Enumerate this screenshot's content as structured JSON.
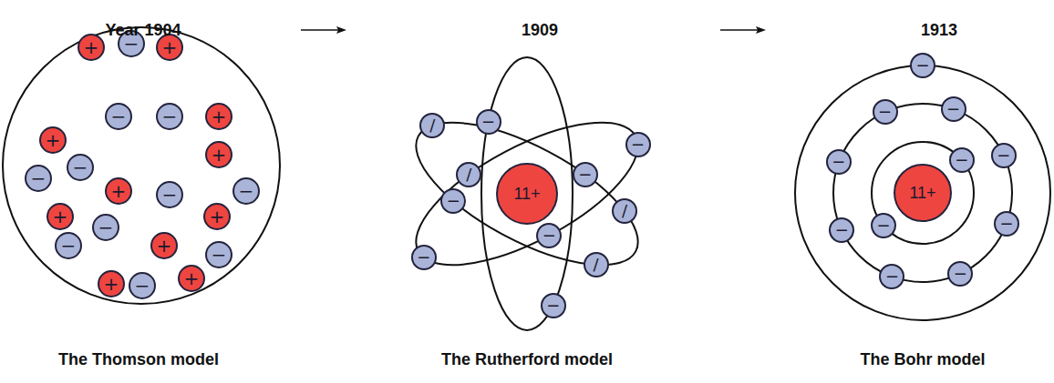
{
  "diagram": {
    "nodes": [
      {
        "text": [
          "+"
        ]
      },
      {
        "text": [
          "−"
        ]
      },
      {
        "text": [
          "+"
        ]
      },
      {
        "text": [
          "+"
        ]
      },
      {
        "text": [
          "−"
        ]
      },
      {
        "text": [
          "−"
        ]
      },
      {
        "text": [
          "+"
        ]
      },
      {
        "text": [
          "+"
        ]
      },
      {
        "text": [
          "−"
        ]
      },
      {
        "text": [
          "−"
        ]
      },
      {
        "text": [
          "+"
        ]
      },
      {
        "text": [
          "−"
        ]
      },
      {
        "text": [
          "−"
        ]
      },
      {
        "text": [
          "+"
        ]
      },
      {
        "text": [
          "−"
        ]
      },
      {
        "text": [
          "+"
        ]
      },
      {
        "text": [
          "−"
        ]
      },
      {
        "text": [
          "+"
        ]
      },
      {
        "text": [
          "−"
        ]
      },
      {
        "text": [
          "+"
        ]
      },
      {
        "text": [
          "−"
        ]
      },
      {
        "text": [
          "+"
        ]
      },
      {
        "text": [
          "11+"
        ]
      },
      {
        "text": [
          "−"
        ]
      },
      {
        "text": [
          "/"
        ]
      },
      {
        "text": [
          "−"
        ]
      },
      {
        "text": [
          "/"
        ]
      },
      {
        "text": [
          "−"
        ]
      },
      {
        "text": [
          "/"
        ]
      },
      {
        "text": [
          "−"
        ]
      },
      {
        "text": [
          "−"
        ]
      },
      {
        "text": [
          "−"
        ]
      },
      {
        "text": [
          "/"
        ]
      },
      {
        "text": [
          "−"
        ]
      },
      {
        "text": [
          "11+"
        ]
      },
      {
        "text": [
          "−"
        ]
      },
      {
        "text": [
          "−"
        ]
      },
      {
        "text": [
          "−"
        ]
      },
      {
        "text": [
          "−"
        ]
      },
      {
        "text": [
          "−"
        ]
      },
      {
        "text": [
          "−"
        ]
      },
      {
        "text": [
          "−"
        ]
      },
      {
        "text": [
          "−"
        ]
      },
      {
        "text": [
          "−"
        ]
      },
      {
        "text": [
          "−"
        ]
      },
      {
        "text": [
          "−"
        ]
      }
    ],
    "labels": [
      "Year 1904",
      "1909",
      "1913",
      "The Thomson model",
      "The Rutherford model",
      "The Bohr model"
    ]
  }
}
